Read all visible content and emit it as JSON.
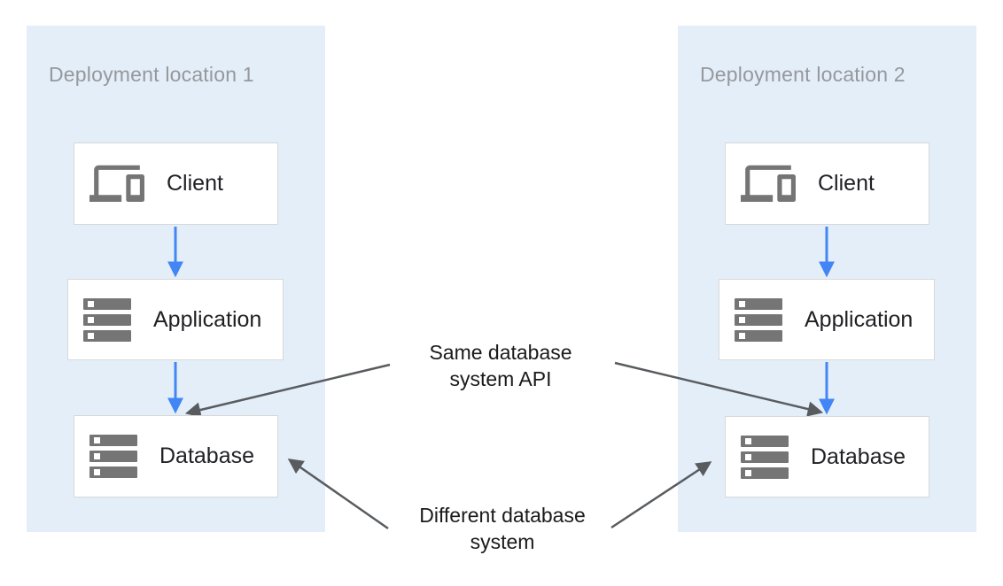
{
  "diagram": {
    "zones": [
      {
        "title": "Deployment location 1",
        "nodes": [
          {
            "label": "Client",
            "icon": "devices-icon"
          },
          {
            "label": "Application",
            "icon": "storage-icon"
          },
          {
            "label": "Database",
            "icon": "storage-icon"
          }
        ]
      },
      {
        "title": "Deployment location 2",
        "nodes": [
          {
            "label": "Client",
            "icon": "devices-icon"
          },
          {
            "label": "Application",
            "icon": "storage-icon"
          },
          {
            "label": "Database",
            "icon": "storage-icon"
          }
        ]
      }
    ],
    "annotations": [
      {
        "line1": "Same database",
        "line2": "system API"
      },
      {
        "line1": "Different database",
        "line2": "system"
      }
    ],
    "colors": {
      "zone_bg": "#e4eef9",
      "arrow_blue": "#4285f4",
      "arrow_gray": "#595c5f",
      "box_border": "#d8d8d8",
      "icon_gray": "#757575",
      "zone_title": "#95989c",
      "label": "#202124",
      "annotation": "#1a1a1a"
    }
  }
}
